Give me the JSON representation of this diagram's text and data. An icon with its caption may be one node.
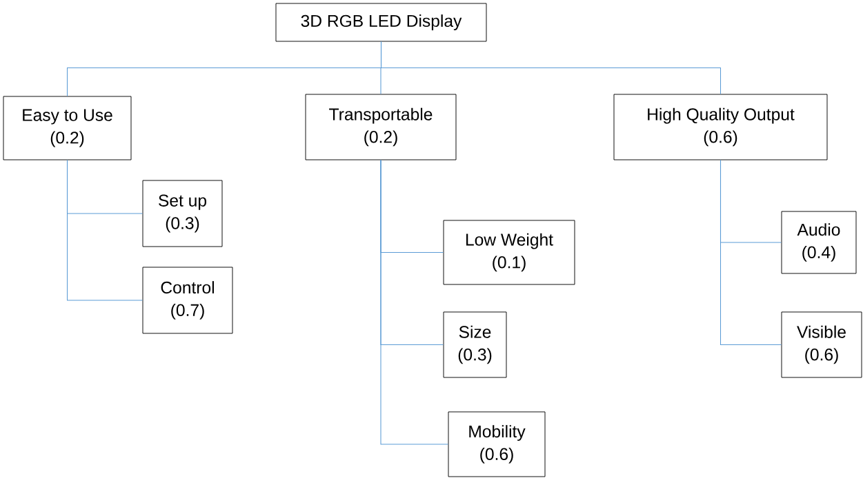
{
  "diagram": {
    "nodes": [
      {
        "text": [
          "3D RGB LED Display"
        ]
      },
      {
        "text": [
          "Easy to Use",
          "(0.2)"
        ]
      },
      {
        "text": [
          "Transportable",
          "(0.2)"
        ]
      },
      {
        "text": [
          "High Quality Output",
          "(0.6)"
        ]
      },
      {
        "text": [
          "Set up",
          "(0.3)"
        ]
      },
      {
        "text": [
          "Control",
          "(0.7)"
        ]
      },
      {
        "text": [
          "Low Weight",
          "(0.1)"
        ]
      },
      {
        "text": [
          "Size",
          "(0.3)"
        ]
      },
      {
        "text": [
          "Mobility",
          "(0.6)"
        ]
      },
      {
        "text": [
          "Audio",
          "(0.4)"
        ]
      },
      {
        "text": [
          "Visible",
          "(0.6)"
        ]
      }
    ],
    "edges": [
      {
        "from": 0,
        "to": 1,
        "arrow": "none"
      },
      {
        "from": 0,
        "to": 2,
        "arrow": "none"
      },
      {
        "from": 0,
        "to": 3,
        "arrow": "none"
      },
      {
        "from": 1,
        "to": 4,
        "arrow": "none"
      },
      {
        "from": 1,
        "to": 5,
        "arrow": "none"
      },
      {
        "from": 2,
        "to": 6,
        "arrow": "none"
      },
      {
        "from": 2,
        "to": 7,
        "arrow": "none"
      },
      {
        "from": 2,
        "to": 8,
        "arrow": "none"
      },
      {
        "from": 3,
        "to": 9,
        "arrow": "none"
      },
      {
        "from": 3,
        "to": 10,
        "arrow": "none"
      }
    ]
  }
}
